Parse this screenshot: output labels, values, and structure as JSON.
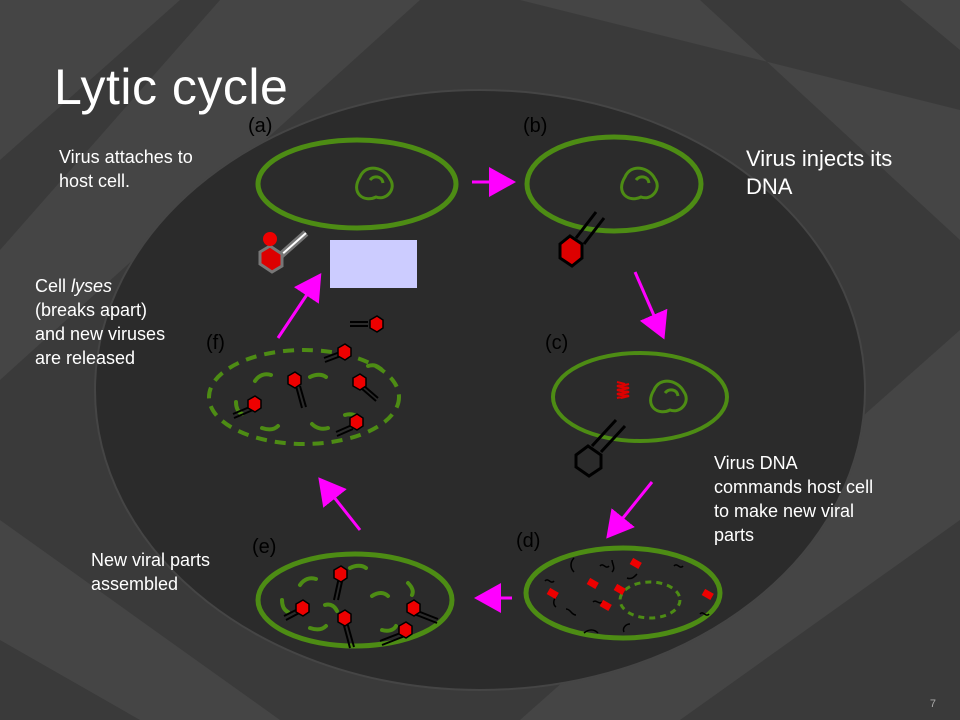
{
  "title": "Lytic cycle",
  "stages": {
    "a": "(a)",
    "b": "(b)",
    "c": "(c)",
    "d": "(d)",
    "e": "(e)",
    "f": "(f)"
  },
  "captions": {
    "attach": [
      "Virus attaches to",
      "host cell."
    ],
    "inject": [
      "Virus injects its",
      "DNA"
    ],
    "lyses": {
      "cell": "Cell",
      "emph": "lyses",
      "line2": "(breaks apart)",
      "line3": "and new viruses",
      "line4": "are released"
    },
    "commands": [
      "Virus DNA",
      "commands host cell",
      "to make new viral",
      "parts"
    ],
    "assembled": [
      "New viral parts",
      "assembled"
    ]
  },
  "page_number": "7",
  "colors": {
    "background": "#3a3a3a",
    "cell_membrane": "#4d8c14",
    "arrow": "#ff00ff",
    "viral_dna": "#dd0000",
    "highlight_box": "#ccccff"
  }
}
